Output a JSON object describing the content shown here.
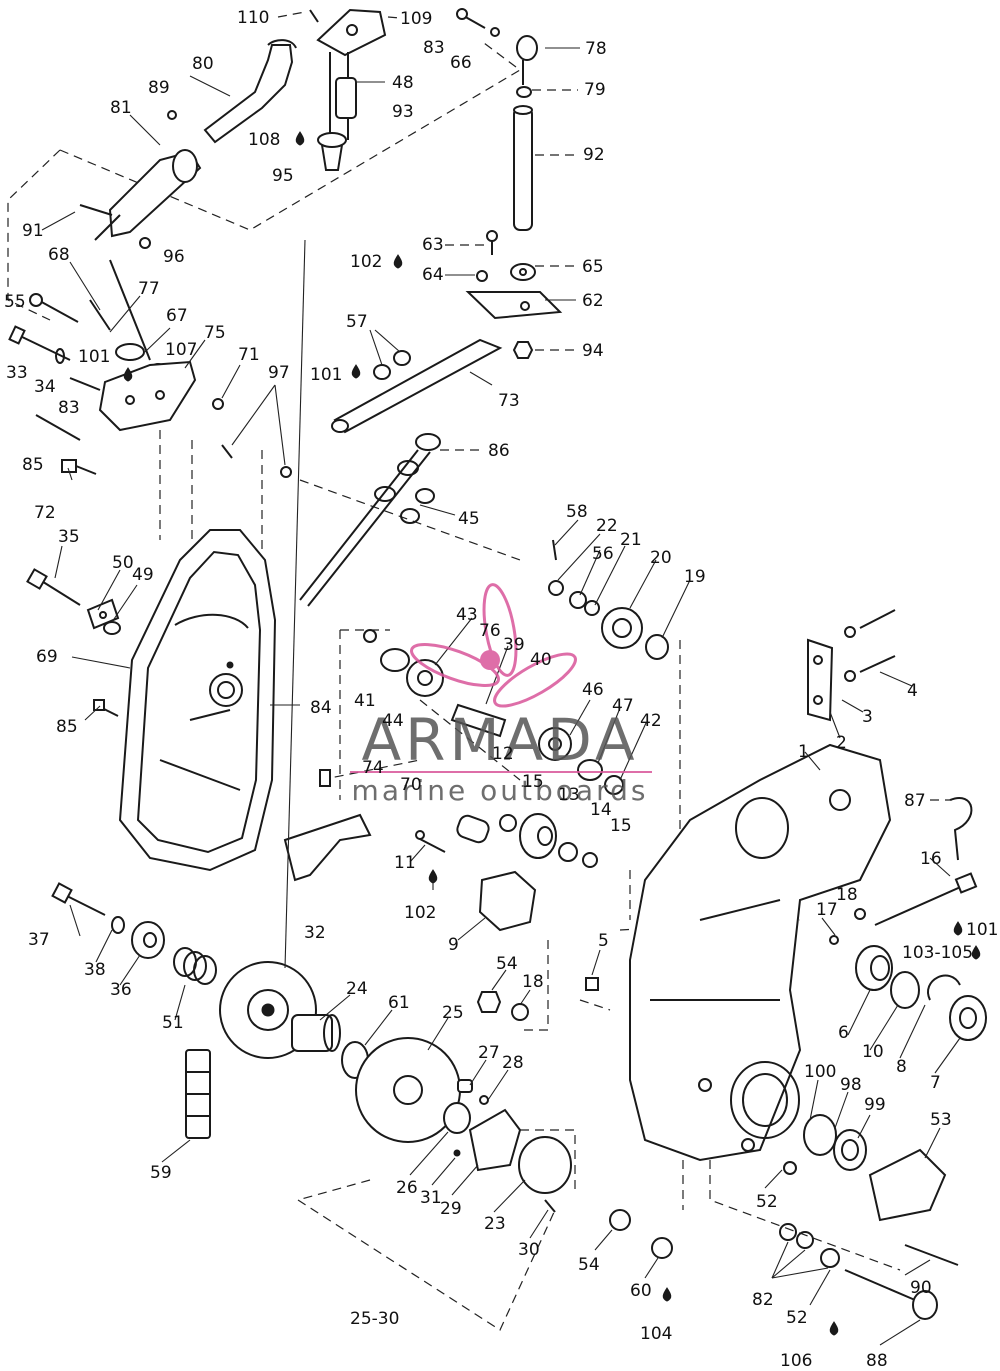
{
  "labels": {
    "l110": "110",
    "l109": "109",
    "l83a": "83",
    "l66": "66",
    "l78": "78",
    "l80": "80",
    "l48": "48",
    "l89": "89",
    "l79": "79",
    "l81": "81",
    "l93": "93",
    "l108": "108",
    "l92": "92",
    "l95": "95",
    "l91": "91",
    "l96": "96",
    "l63": "63",
    "l102a": "102",
    "l65": "65",
    "l68": "68",
    "l64": "64",
    "l77": "77",
    "l62": "62",
    "l55": "55",
    "l67": "67",
    "l57": "57",
    "l75": "75",
    "l101a": "101",
    "l107": "107",
    "l94": "94",
    "l71": "71",
    "l33": "33",
    "l34": "34",
    "l97": "97",
    "l101b": "101",
    "l73": "73",
    "l83b": "83",
    "l85a": "85",
    "l86": "86",
    "l72": "72",
    "l45": "45",
    "l58": "58",
    "l22": "22",
    "l35": "35",
    "l21": "21",
    "l56": "56",
    "l20": "20",
    "l50": "50",
    "l49": "49",
    "l19": "19",
    "l43": "43",
    "l76": "76",
    "l39": "39",
    "l40": "40",
    "l69": "69",
    "l4": "4",
    "l46": "46",
    "l41": "41",
    "l84": "84",
    "l3": "3",
    "l47": "47",
    "l85b": "85",
    "l44": "44",
    "l42": "42",
    "l2": "2",
    "l12": "12",
    "l74": "74",
    "l70": "70",
    "l1": "1",
    "l15a": "15",
    "l13": "13",
    "l14": "14",
    "l87": "87",
    "l15b": "15",
    "l11": "11",
    "l16": "16",
    "l102b": "102",
    "l18a": "18",
    "l17": "17",
    "l101c": "101",
    "l37": "37",
    "l32": "32",
    "l9": "9",
    "l103": "103-105",
    "l38": "38",
    "l36": "36",
    "l5": "5",
    "l54a": "54",
    "l18b": "18",
    "l24": "24",
    "l61": "61",
    "l51": "51",
    "l6": "6",
    "l10": "10",
    "l8": "8",
    "l7": "7",
    "l25": "25",
    "l27": "27",
    "l28": "28",
    "l100": "100",
    "l98": "98",
    "l99": "99",
    "l53": "53",
    "l59": "59",
    "l26": "26",
    "l31": "31",
    "l29": "29",
    "l23": "23",
    "l52a": "52",
    "l30": "30",
    "l54b": "54",
    "l60": "60",
    "l82": "82",
    "l90": "90",
    "l52b": "52",
    "l104": "104",
    "l2530": "25-30",
    "l106": "106",
    "l88": "88"
  },
  "watermark": {
    "brand": "ARMADA",
    "tagline": "marine outboards",
    "accent_color": "#d9559a",
    "text_color": "#555555"
  },
  "colors": {
    "line": "#1a1a1a",
    "background": "#ffffff"
  }
}
